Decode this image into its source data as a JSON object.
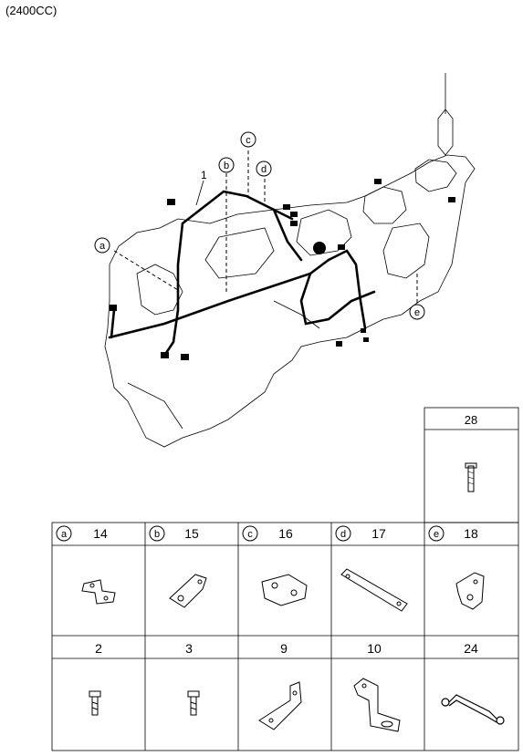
{
  "title": "(2400CC)",
  "main_callouts": [
    {
      "id": "a",
      "label": "a"
    },
    {
      "id": "b",
      "label": "b"
    },
    {
      "id": "c",
      "label": "c"
    },
    {
      "id": "d",
      "label": "d"
    },
    {
      "id": "e",
      "label": "e"
    }
  ],
  "main_part_number": "1",
  "parts_grid": {
    "top_extra": {
      "number": "28"
    },
    "row1": [
      {
        "letter": "a",
        "number": "14"
      },
      {
        "letter": "b",
        "number": "15"
      },
      {
        "letter": "c",
        "number": "16"
      },
      {
        "letter": "d",
        "number": "17"
      },
      {
        "letter": "e",
        "number": "18"
      }
    ],
    "row2": [
      {
        "number": "2"
      },
      {
        "number": "3"
      },
      {
        "number": "9"
      },
      {
        "number": "10"
      },
      {
        "number": "24"
      }
    ]
  }
}
